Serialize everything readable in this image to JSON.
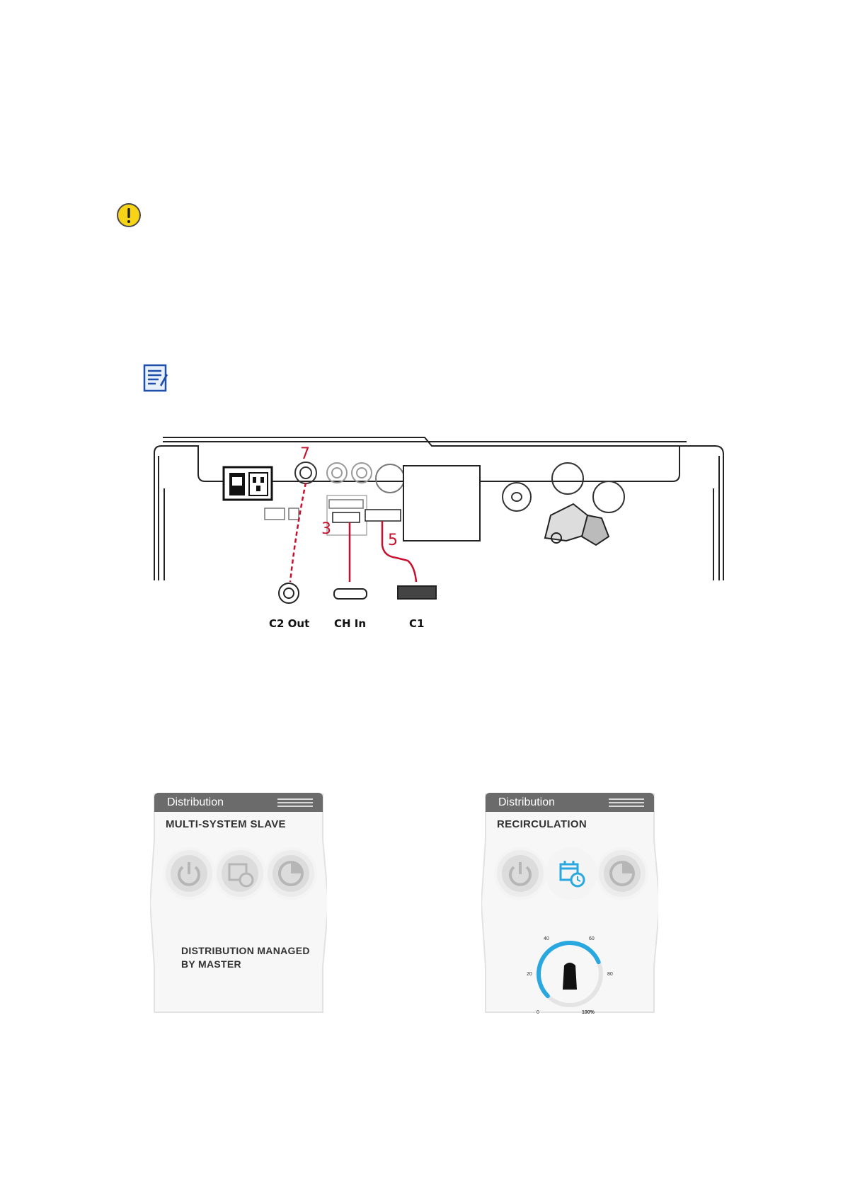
{
  "icons": {
    "warning": "warning-icon",
    "note": "note-icon"
  },
  "diagram": {
    "callouts": [
      "7",
      "3",
      "5"
    ],
    "connectors": [
      "C2 Out",
      "CH In",
      "C1"
    ],
    "colors": {
      "cable": "#c8102e",
      "line": "#222222"
    }
  },
  "panels": [
    {
      "title": "Distribution",
      "mode": "MULTI-SYSTEM SLAVE",
      "buttons": [
        "power-icon",
        "schedule-icon",
        "timer-icon"
      ],
      "active_button": null,
      "message_line1": "DISTRIBUTION MANAGED",
      "message_line2": "BY MASTER"
    },
    {
      "title": "Distribution",
      "mode": "RECIRCULATION",
      "buttons": [
        "power-icon",
        "schedule-icon",
        "timer-icon"
      ],
      "active_button": "schedule-icon",
      "knob": {
        "ticks": [
          "0",
          "20",
          "40",
          "60",
          "80",
          "100%"
        ],
        "value_fraction": 0.75,
        "accent": "#29a8e0"
      }
    }
  ]
}
